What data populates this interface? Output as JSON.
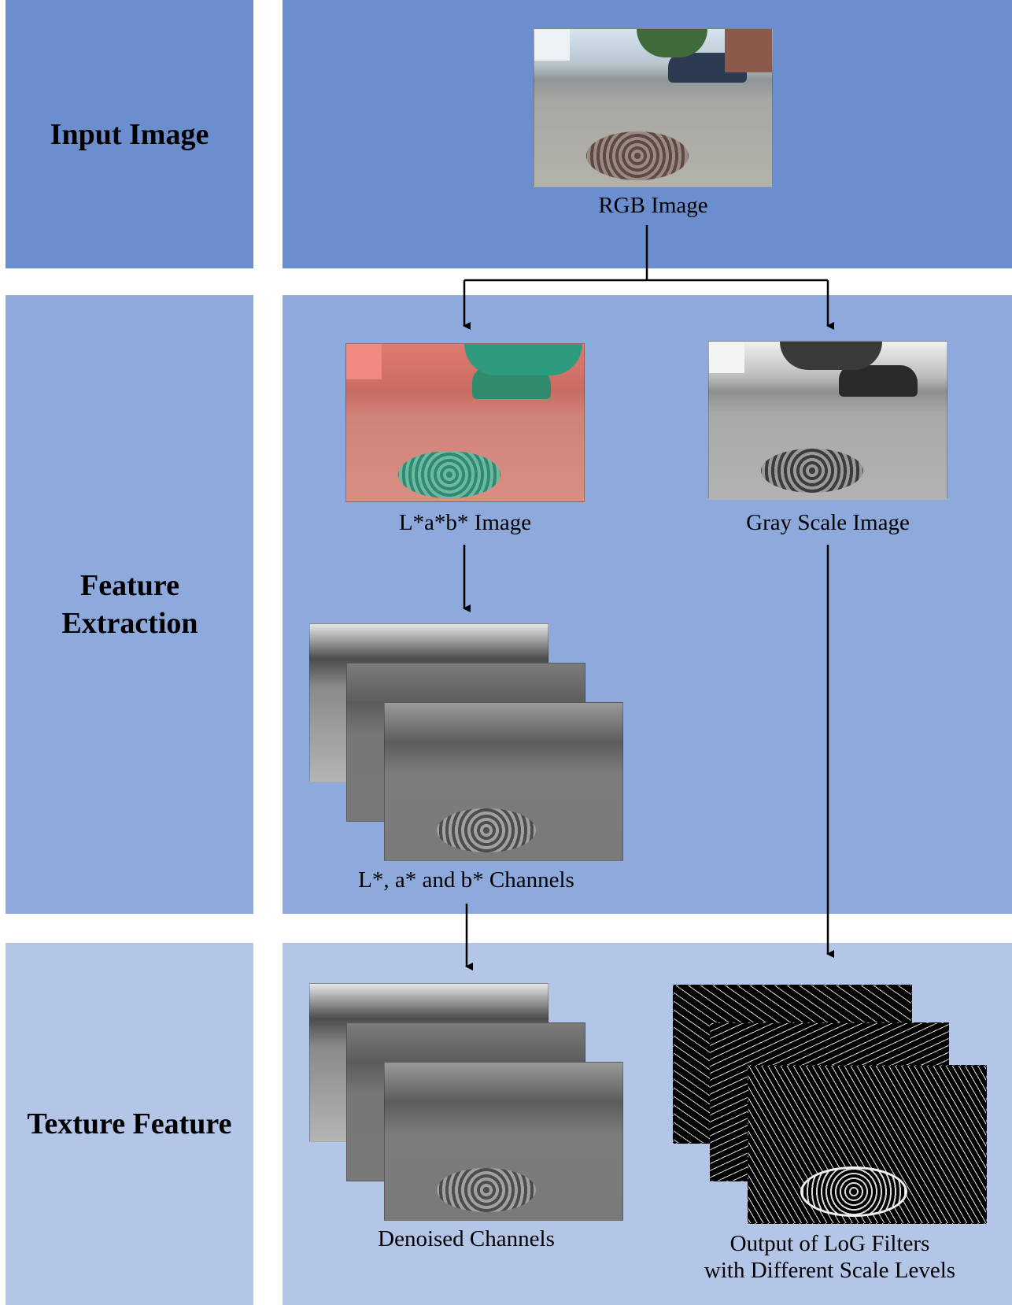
{
  "stages": {
    "input": "Input Image",
    "feature": "Feature Extraction",
    "texture": "Texture Feature"
  },
  "captions": {
    "rgb": "RGB Image",
    "lab": "L*a*b* Image",
    "gray": "Gray Scale Image",
    "channels": "L*, a* and b* Channels",
    "denoised": "Denoised Channels",
    "log_line1": "Output of LoG Filters",
    "log_line2": "with Different Scale Levels"
  },
  "colors": {
    "band_input": "#6b8ecf",
    "band_feature": "#8ea9dc",
    "band_texture": "#b4c6e7"
  }
}
